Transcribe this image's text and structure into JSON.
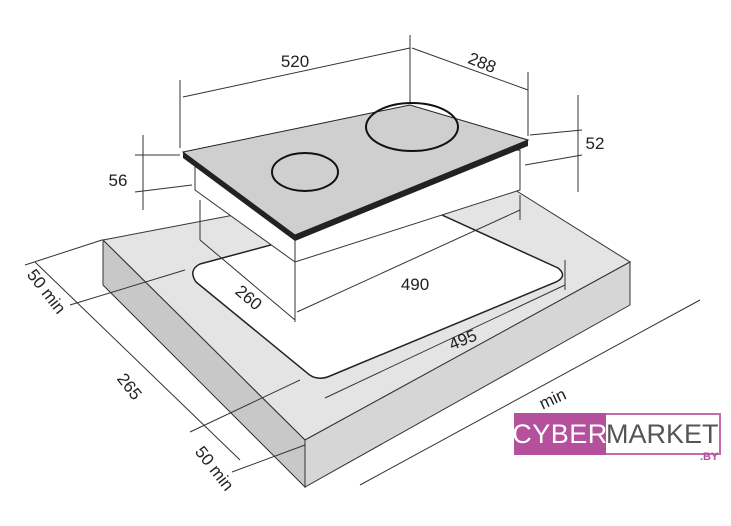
{
  "diagram": {
    "title": "Hob installation dimensions",
    "dimensions": {
      "width": "520",
      "depth": "288",
      "height_body": "56",
      "height_glass": "52",
      "cutout_width": "490",
      "cutout_depth": "260",
      "cutout_width_outer": "495",
      "front_margin": "50 min",
      "cutout_depth_outer": "265",
      "back_margin": "50 min",
      "side_margin": "min"
    }
  },
  "logo": {
    "left": "CYBER",
    "right": "MARKET",
    "suffix": ".BY"
  },
  "colors": {
    "brand": "#b5509c",
    "counter_top": "#e2e2e2",
    "counter_side": "#c9c9c9",
    "glass": "#cfcfcf"
  }
}
